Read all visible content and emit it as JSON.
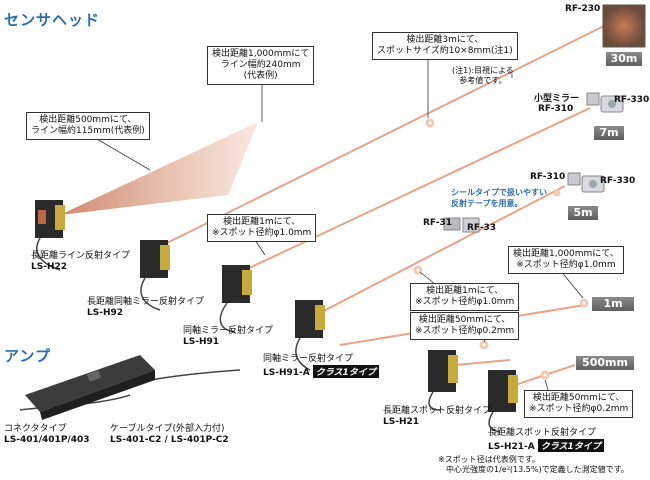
{
  "sections": {
    "sensor_head": "センサヘッド",
    "amp": "アンプ"
  },
  "callouts": {
    "c1": [
      "検出距離1,000mmにて",
      "ライン幅約240mm",
      "(代表例)"
    ],
    "c2": [
      "検出距離3mにて、",
      "スポットサイズ約10×8mm(注1)"
    ],
    "c3": [
      "検出距離500mmにて、",
      "ライン幅約115mm(代表例)"
    ],
    "c4": [
      "検出距離1mにて、",
      "※スポット径約φ1.0mm"
    ],
    "c5": [
      "検出距離1,000mmにて、",
      "※スポット径約φ1.0mm"
    ],
    "c6": [
      "検出距離1mにて、",
      "※スポット径約φ1.0mm"
    ],
    "c7": [
      "検出距離50mmにて、",
      "※スポット径約φ0.2mm"
    ],
    "c8": [
      "検出距離50mmにて、",
      "※スポット径約φ0.2mm"
    ]
  },
  "note1": [
    "(注1):目視による",
    "参考値です。"
  ],
  "distances": {
    "d30m": "30m",
    "d7m": "7m",
    "d5m": "5m",
    "d1m": "1m",
    "d500mm": "500mm"
  },
  "reflectors": {
    "rf230": "RF-230",
    "small_mirror": "小型ミラー",
    "rf310a": "RF-310",
    "rf330a": "RF-330",
    "rf310b": "RF-310",
    "rf330b": "RF-330",
    "rf31": "RF-31",
    "rf33": "RF-33"
  },
  "seal_text": [
    "シールタイプで扱いやすい",
    "反射テープを用意。"
  ],
  "sensors": {
    "h22": {
      "name": "長距離ライン反射タイプ",
      "model": "LS-H22"
    },
    "h92": {
      "name": "長距離同軸ミラー反射タイプ",
      "model": "LS-H92"
    },
    "h91": {
      "name": "同軸ミラー反射タイプ",
      "model": "LS-H91"
    },
    "h91a": {
      "name": "同軸ミラー反射タイプ",
      "model": "LS-H91-A",
      "class": "クラス1タイプ"
    },
    "h21": {
      "name": "長距離スポット反射タイプ",
      "model": "LS-H21"
    },
    "h21a": {
      "name": "長距離スポット反射タイプ",
      "model": "LS-H21-A",
      "class": "クラス1タイプ"
    }
  },
  "amps": {
    "connector": {
      "name": "コネクタタイプ",
      "model": "LS-401/401P/403"
    },
    "cable": {
      "name": "ケーブルタイプ(外部入力付)",
      "model": "LS-401-C2 / LS-401P-C2"
    }
  },
  "footnote": [
    "※スポット径は代表例です。",
    "中心光強度の1/e²(13.5%)で定義した測定値です。"
  ]
}
